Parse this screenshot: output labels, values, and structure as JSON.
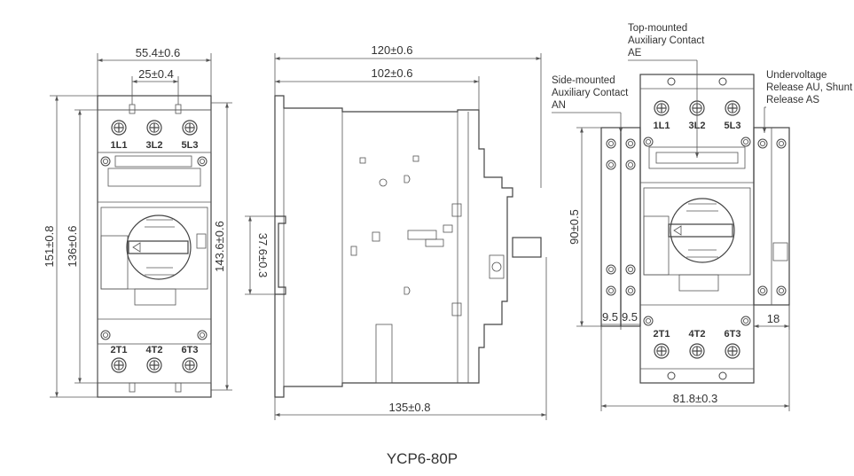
{
  "model": "YCP6-80P",
  "front_view": {
    "dims": {
      "outer_width": "55.4±0.6",
      "inner_width": "25±0.4",
      "height_151": "151±0.8",
      "height_136": "136±0.6",
      "height_143": "143.6±0.6"
    },
    "terminals_top": [
      "1L1",
      "3L2",
      "5L3"
    ],
    "terminals_bottom": [
      "2T1",
      "4T2",
      "6T3"
    ]
  },
  "side_view": {
    "dims": {
      "depth_120": "120±0.6",
      "depth_102": "102±0.6",
      "depth_135": "135±0.8",
      "rail_37": "37.6±0.3"
    }
  },
  "accessory_view": {
    "labels": {
      "top_mounted": [
        "Top-mounted",
        "Auxiliary Contact",
        "AE"
      ],
      "side_mounted": [
        "Side-mounted",
        "Auxiliary Contact",
        "AN"
      ],
      "undervoltage": [
        "Undervoltage",
        "Release AU, Shunt",
        "Release AS"
      ]
    },
    "dims": {
      "height_90": "90±0.5",
      "side_a": "9.5",
      "side_b": "9.5",
      "right_18": "18",
      "width_81": "81.8±0.3"
    },
    "terminals_top": [
      "1L1",
      "3L2",
      "5L3"
    ],
    "terminals_bottom": [
      "2T1",
      "4T2",
      "6T3"
    ]
  }
}
